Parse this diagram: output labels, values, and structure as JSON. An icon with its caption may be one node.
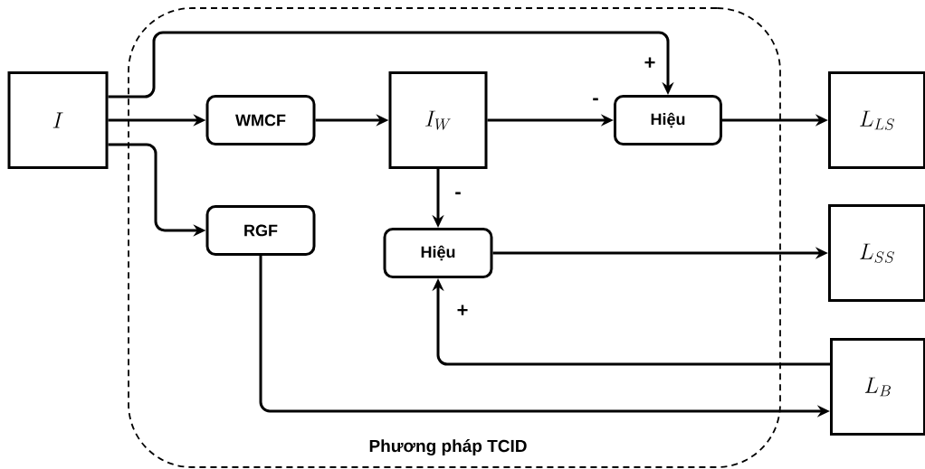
{
  "diagram": {
    "nodes": [
      {
        "text": [
          "Phương pháp TCID"
        ]
      },
      {
        "text": [
          "I"
        ]
      },
      {
        "text": [
          "WMCF"
        ],
        "in": 0
      },
      {
        "text": [
          "I_{W}"
        ],
        "in": 0
      },
      {
        "text": [
          "Hiệu"
        ],
        "in": 0
      },
      {
        "text": [
          "L_{LS}"
        ]
      },
      {
        "text": [
          "RGF"
        ],
        "in": 0
      },
      {
        "text": [
          "Hiệu"
        ],
        "in": 0
      },
      {
        "text": [
          "L_{SS}"
        ]
      },
      {
        "text": [
          "L_{B}"
        ]
      }
    ],
    "edges": [
      {
        "from": 1,
        "to": 4,
        "arrow": "to",
        "label": "+"
      },
      {
        "from": 1,
        "to": 2,
        "arrow": "to"
      },
      {
        "from": 1,
        "to": 6,
        "arrow": "to"
      },
      {
        "from": 2,
        "to": 3,
        "arrow": "to"
      },
      {
        "from": 3,
        "to": 4,
        "arrow": "to",
        "label": "-"
      },
      {
        "from": 4,
        "to": 5,
        "arrow": "to"
      },
      {
        "from": 3,
        "to": 7,
        "arrow": "to",
        "label": "-"
      },
      {
        "from": 7,
        "to": 8,
        "arrow": "to"
      },
      {
        "from": 9,
        "to": 7,
        "arrow": "to",
        "label": "+"
      },
      {
        "from": 6,
        "to": 9,
        "arrow": "to"
      }
    ]
  }
}
